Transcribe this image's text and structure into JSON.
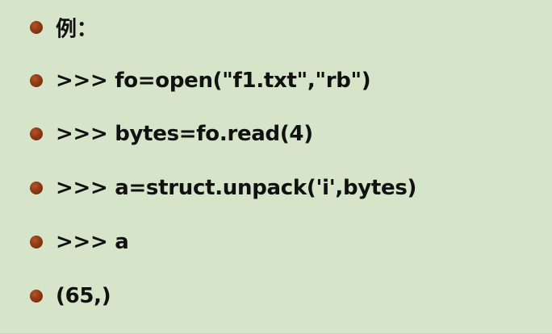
{
  "bullets": [
    {
      "text": "例："
    },
    {
      "text": ">>> fo=open(\"f1.txt\",\"rb\")"
    },
    {
      "text": ">>> bytes=fo.read(4)"
    },
    {
      "text": ">>> a=struct.unpack('i',bytes)"
    },
    {
      "text": ">>> a"
    },
    {
      "text": "(65,)"
    }
  ],
  "colors": {
    "background": "#d6e4c9",
    "bullet": "#8e3a16",
    "text": "#111111"
  },
  "icons": {
    "bullet": "round-bullet-icon"
  }
}
